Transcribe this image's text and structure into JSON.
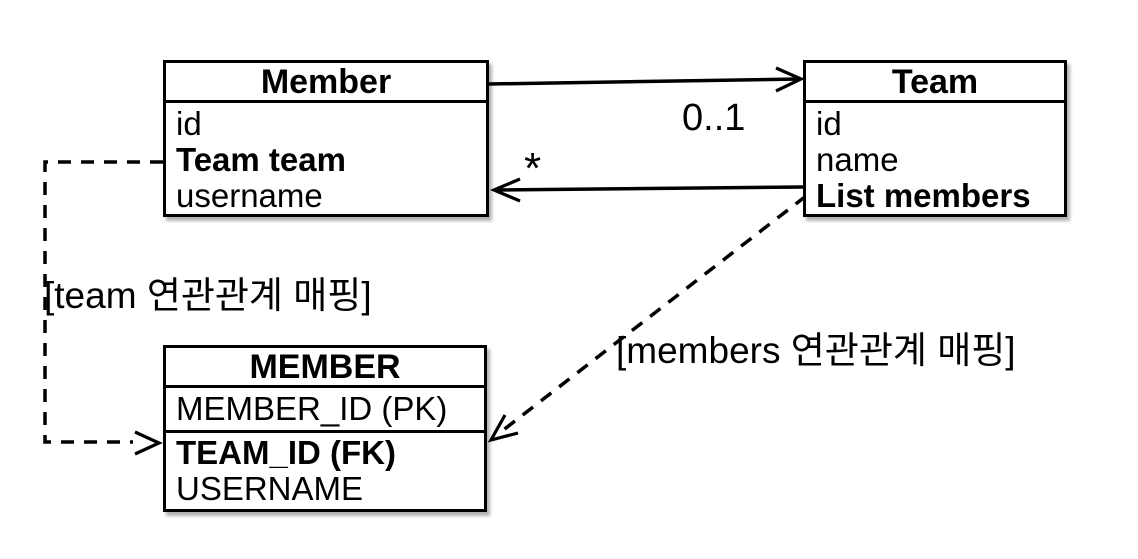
{
  "diagram": {
    "member_class": {
      "title": "Member",
      "fields": [
        {
          "name": "id"
        },
        {
          "name": "Team team"
        },
        {
          "name": "username"
        }
      ]
    },
    "team_class": {
      "title": "Team",
      "fields": [
        {
          "name": "id"
        },
        {
          "name": "name"
        },
        {
          "name": "List members"
        }
      ]
    },
    "member_table": {
      "title": "MEMBER",
      "pk_field": "MEMBER_ID (PK)",
      "fields": [
        {
          "name": "TEAM_ID (FK)"
        },
        {
          "name": "USERNAME"
        }
      ]
    },
    "relations": {
      "member_to_team_multiplicity": "0..1",
      "team_to_member_multiplicity": "*",
      "team_mapping_label": "[team 연관관계 매핑]",
      "members_mapping_label": "[members 연관관계 매핑]"
    },
    "colors": {
      "line": "#000000",
      "background": "#ffffff"
    }
  }
}
